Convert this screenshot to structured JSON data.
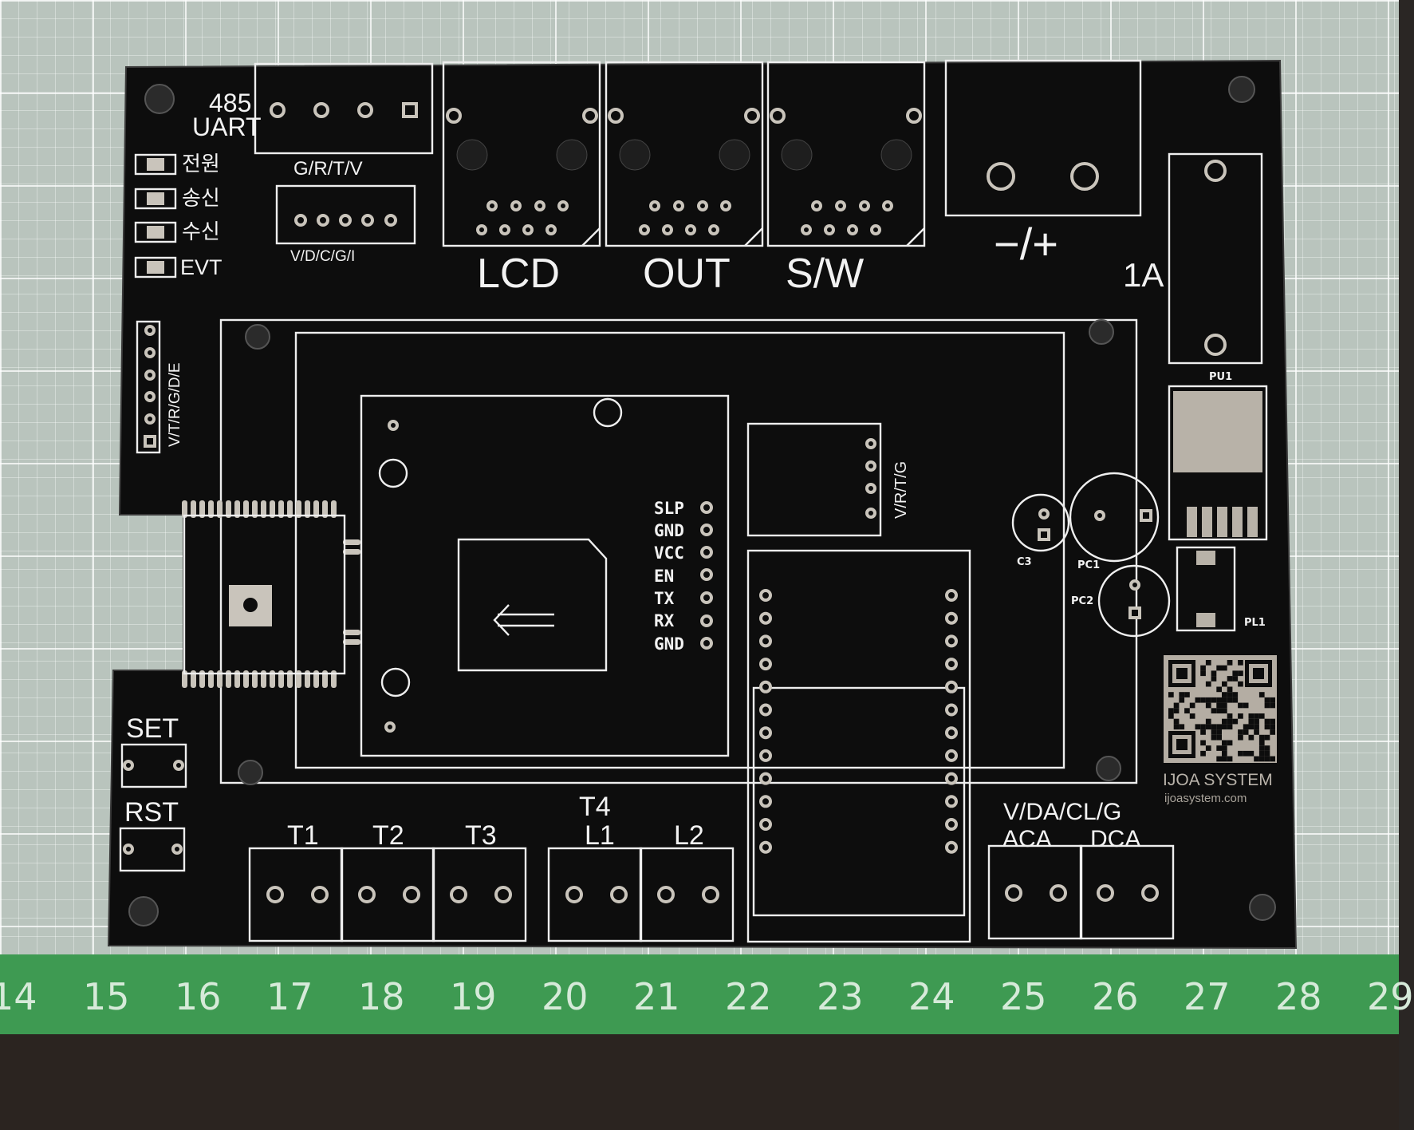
{
  "board": {
    "uart": {
      "top": "485",
      "bottom": "UART"
    },
    "connector_labels": {
      "grtv": "G/R/T/V",
      "vdcgi": "V/D/C/G/I",
      "vtrgde": "V/T/R/G/D/E",
      "vrtg": "V/R/T/G",
      "vdaclg": "V/DA/CL/G"
    },
    "leds": [
      "전원",
      "송신",
      "수신",
      "EVT"
    ],
    "ports": [
      "LCD",
      "OUT",
      "S/W"
    ],
    "power": {
      "polarity": "−/+",
      "current": "1A"
    },
    "module_pins": [
      "SLP",
      "GND",
      "VCC",
      "EN",
      "TX",
      "RX",
      "GND"
    ],
    "buttons": [
      "SET",
      "RST"
    ],
    "terminals": [
      "T1",
      "T2",
      "T3",
      "T4",
      "L1",
      "L2",
      "ACA",
      "DCA"
    ],
    "parts": {
      "pu1": "PU1",
      "pc1": "PC1",
      "pc2": "PC2",
      "c3": "C3",
      "pl1": "PL1"
    },
    "brand": {
      "name": "IJOA SYSTEM",
      "url": "ijoasystem.com"
    }
  },
  "ruler": {
    "numbers": [
      "14",
      "15",
      "16",
      "17",
      "18",
      "19",
      "20",
      "21",
      "22",
      "23",
      "24",
      "25",
      "26",
      "27",
      "28",
      "29"
    ]
  },
  "colors": {
    "pcb": "#0d0d0d",
    "silk": "#f2f2f2",
    "ruler": "#3e9a52",
    "mat": "#b9c4bd",
    "pad": "#c9c4bb"
  }
}
